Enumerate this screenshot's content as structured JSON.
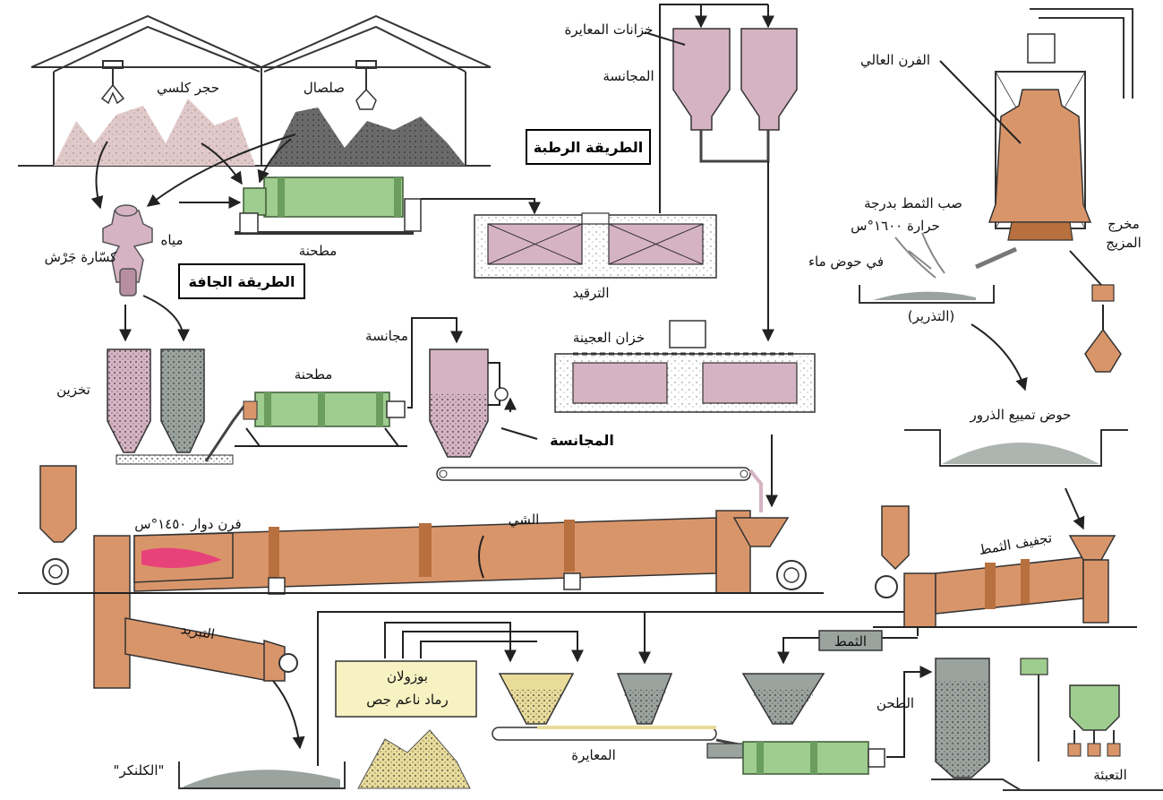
{
  "colors": {
    "orange": "#d9956a",
    "orange_dark": "#b8703f",
    "green": "#9fcc8f",
    "green_dark": "#6a9d5e",
    "pink": "#d6b3c3",
    "pink_dark": "#b88ea1",
    "grey": "#9aa39e",
    "dark_stone": "#6b6b6b",
    "light_stone": "#e2c9c9",
    "sand": "#e9dc9a",
    "label_box": "#f6f2c2",
    "flame": "#e8427a"
  },
  "labels": {
    "limestone": "حجر كلسي",
    "clay": "صلصال",
    "crusher": "كسّارة جَرْش",
    "water": "مياه",
    "mill_top": "مطحنة",
    "dry_process": "الطريقة الجافة",
    "wet_process": "الطريقة الرطبة",
    "calibration_silos": "خزانات المعايرة",
    "homogenizer_top": "المجانسة",
    "settling": "الترقيد",
    "slurry_tank": "خزان العجينة",
    "storage": "تخزين",
    "mill_mid": "مطحنة",
    "homogenizer_small": "مجانسة",
    "homogenizer_main": "المجانسة",
    "blast_furnace": "الفرن العالي",
    "slag_pour_line1": "صب الثمط بدرجة",
    "slag_pour_line2": "حرارة ١٦٠٠°س",
    "slag_pour_line3": "في حوض ماء",
    "quenching": "(التذرير)",
    "mix_outlet_line1": "مخرج",
    "mix_outlet_line2": "المزيج",
    "granulation_basin": "حوض تمييع الذرور",
    "rotary_kiln": "فرن دوار ١٤٥٠°س",
    "roasting": "الشي",
    "slag_drying": "تجفيف الثمط",
    "cooling": "التبريد",
    "pozzolan_box_line1": "بوزولان",
    "pozzolan_box_line2": "رماد ناعم جص",
    "slag_tag": "الثمط",
    "grinding": "الطحن",
    "calibration": "المعايرة",
    "clinker": "\"الكلنكر\"",
    "packaging": "التعبئة"
  }
}
